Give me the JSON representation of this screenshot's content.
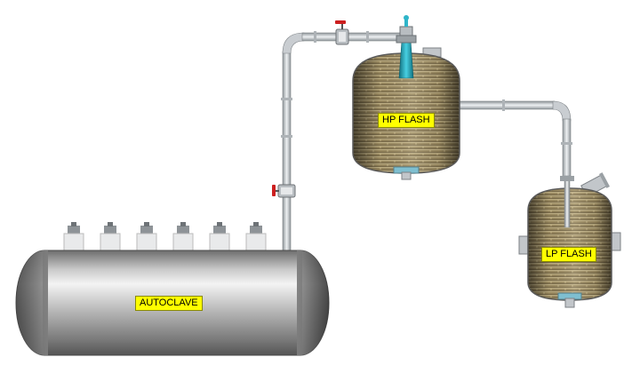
{
  "labels": {
    "autoclave": "AUTOCLAVE",
    "hp_flash": "HP FLASH",
    "lp_flash": "LP FLASH"
  },
  "colors": {
    "tag_background": "#ffff00",
    "valve_handle": "#cc1f1f",
    "nozzle_accent": "#2fb5c9",
    "pipe": "#c8ccd0",
    "vessel_shell": "#9b8a63",
    "autoclave_shell": "#a8a8a8"
  },
  "icons": {
    "valve": "gate-valve-icon",
    "brick": "refractory-brick-texture"
  }
}
